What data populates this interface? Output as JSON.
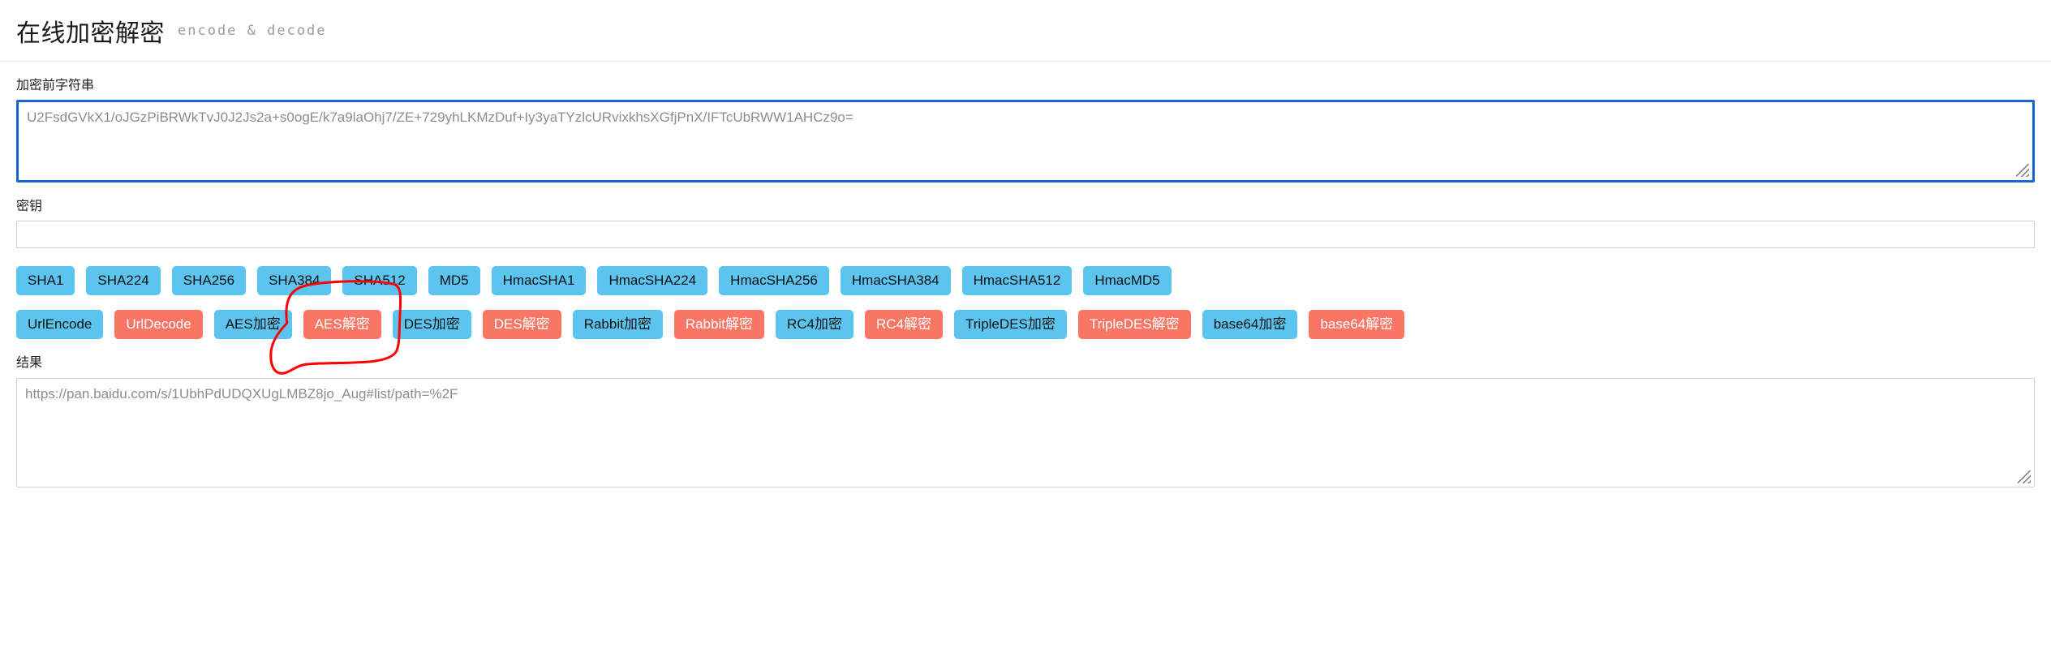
{
  "header": {
    "title": "在线加密解密",
    "subtitle": "encode & decode"
  },
  "source": {
    "label": "加密前字符串",
    "value": "U2FsdGVkX1/oJGzPiBRWkTvJ0J2Js2a+s0ogE/k7a9laOhj7/ZE+729yhLKMzDuf+Iy3yaTYzlcURvixkhsXGfjPnX/IFTcUbRWW1AHCz9o=",
    "placeholder": "",
    "focused": true
  },
  "key": {
    "label": "密钥",
    "value": "",
    "placeholder": ""
  },
  "result": {
    "label": "结果",
    "value": "https://pan.baidu.com/s/1UbhPdUDQXUgLMBZ8jo_Aug#list/path=%2F",
    "placeholder": ""
  },
  "colors": {
    "blue": "#5bc5ef",
    "red": "#f97665",
    "focus_border": "#1766cf",
    "annotation": "#ff0000"
  },
  "hash_buttons": [
    {
      "label": "SHA1",
      "color": "blue"
    },
    {
      "label": "SHA224",
      "color": "blue"
    },
    {
      "label": "SHA256",
      "color": "blue"
    },
    {
      "label": "SHA384",
      "color": "blue"
    },
    {
      "label": "SHA512",
      "color": "blue"
    },
    {
      "label": "MD5",
      "color": "blue"
    },
    {
      "label": "HmacSHA1",
      "color": "blue"
    },
    {
      "label": "HmacSHA224",
      "color": "blue"
    },
    {
      "label": "HmacSHA256",
      "color": "blue"
    },
    {
      "label": "HmacSHA384",
      "color": "blue"
    },
    {
      "label": "HmacSHA512",
      "color": "blue"
    },
    {
      "label": "HmacMD5",
      "color": "blue"
    }
  ],
  "cipher_buttons": [
    {
      "label": "UrlEncode",
      "color": "blue",
      "annotated": false
    },
    {
      "label": "UrlDecode",
      "color": "red",
      "annotated": false
    },
    {
      "label": "AES加密",
      "color": "blue",
      "annotated": false
    },
    {
      "label": "AES解密",
      "color": "red",
      "annotated": true
    },
    {
      "label": "DES加密",
      "color": "blue",
      "annotated": false
    },
    {
      "label": "DES解密",
      "color": "red",
      "annotated": false
    },
    {
      "label": "Rabbit加密",
      "color": "blue",
      "annotated": false
    },
    {
      "label": "Rabbit解密",
      "color": "red",
      "annotated": false
    },
    {
      "label": "RC4加密",
      "color": "blue",
      "annotated": false
    },
    {
      "label": "RC4解密",
      "color": "red",
      "annotated": false
    },
    {
      "label": "TripleDES加密",
      "color": "blue",
      "annotated": false
    },
    {
      "label": "TripleDES解密",
      "color": "red",
      "annotated": false
    },
    {
      "label": "base64加密",
      "color": "blue",
      "annotated": false
    },
    {
      "label": "base64解密",
      "color": "red",
      "annotated": false
    }
  ]
}
